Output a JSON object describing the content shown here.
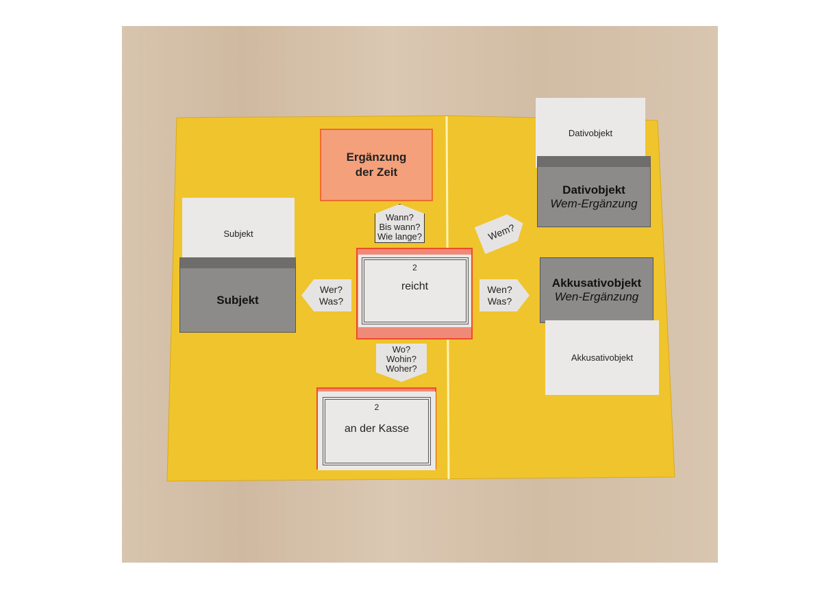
{
  "time_card": {
    "line1": "Ergänzung",
    "line2": "der Zeit"
  },
  "time_question": [
    "Wann?",
    "Bis wann?",
    "Wie lange?"
  ],
  "dative_question": "Wem?",
  "verb_card": {
    "number": "2",
    "word": "reicht"
  },
  "subject_question": [
    "Wer?",
    "Was?"
  ],
  "object_question": [
    "Wen?",
    "Was?"
  ],
  "place_question": [
    "Wo?",
    "Wohin?",
    "Woher?"
  ],
  "place_card": {
    "number": "2",
    "word": "an der Kasse"
  },
  "subject": {
    "card": "Subjekt",
    "pocket": "Subjekt"
  },
  "dative": {
    "card": "Dativobjekt",
    "pocket_title": "Dativobjekt",
    "pocket_subtitle": "Wem-Ergänzung"
  },
  "accusative": {
    "card": "Akkusativobjekt",
    "pocket_title": "Akkusativobjekt",
    "pocket_subtitle": "Wen-Ergänzung"
  },
  "colors": {
    "board": "#f2c52a",
    "orange": "#f4a07a",
    "red": "#ee5a3a",
    "gray": "#8d8b89"
  }
}
